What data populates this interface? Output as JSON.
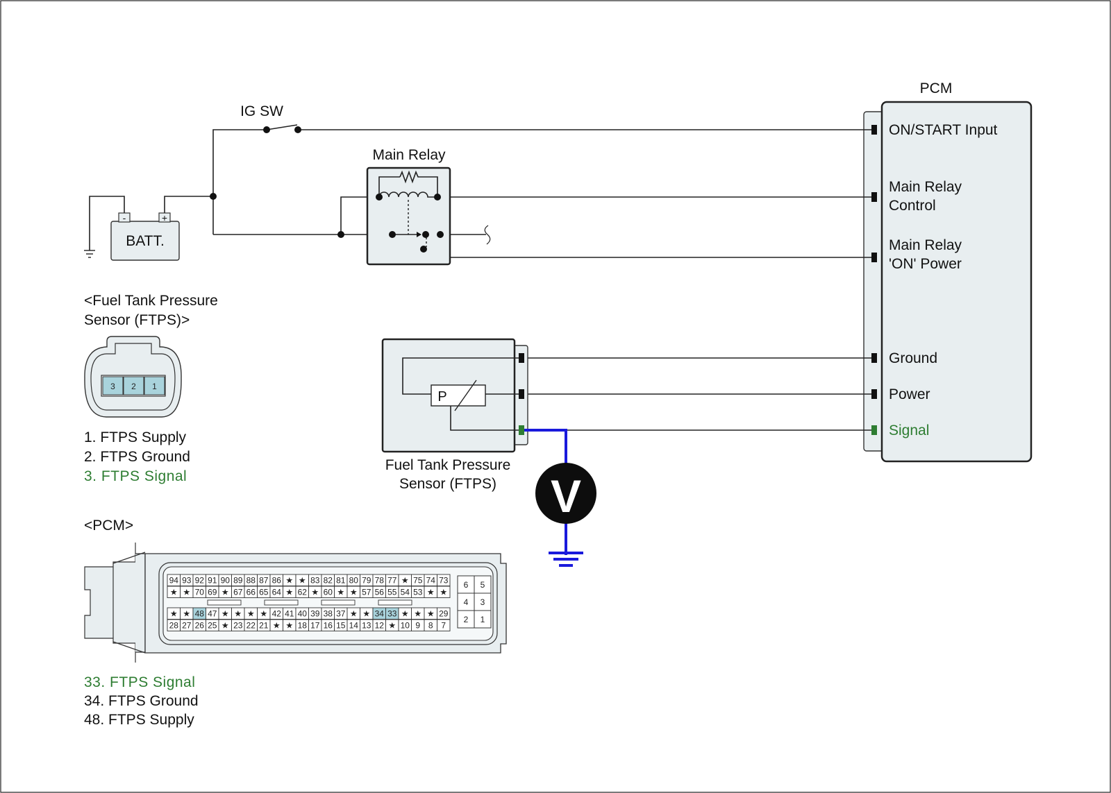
{
  "pcm_title": "PCM",
  "ig_switch": "IG SW",
  "main_relay": "Main Relay",
  "battery": "BATT.",
  "battery_minus": "-",
  "battery_plus": "+",
  "pcm_pins": [
    {
      "lines": [
        "ON/START Input"
      ],
      "color": "#111111"
    },
    {
      "lines": [
        "Main Relay",
        "Control"
      ],
      "color": "#111111"
    },
    {
      "lines": [
        "Main Relay",
        "'ON' Power"
      ],
      "color": "#111111"
    },
    {
      "lines": [
        "Ground"
      ],
      "color": "#111111"
    },
    {
      "lines": [
        "Power"
      ],
      "color": "#111111"
    },
    {
      "lines": [
        "Signal"
      ],
      "color": "#2e7d32"
    }
  ],
  "ftps_sensor": {
    "label_lines": [
      "Fuel Tank Pressure",
      "Sensor (FTPS)"
    ],
    "element": "P"
  },
  "voltmeter": "V",
  "ftps_connector": {
    "title_lines": [
      "<Fuel Tank Pressure",
      "Sensor (FTPS)>"
    ],
    "pins": [
      "3",
      "2",
      "1"
    ],
    "highlight_color": "#a9d3dc",
    "legend": [
      {
        "text": "1. FTPS Supply",
        "color": "#111111"
      },
      {
        "text": "2. FTPS Ground",
        "color": "#111111"
      },
      {
        "text": "3. FTPS Signal",
        "color": "#2e7d32"
      }
    ]
  },
  "pcm_connector": {
    "title": "<PCM>",
    "rows": [
      [
        "94",
        "93",
        "92",
        "91",
        "90",
        "89",
        "88",
        "87",
        "86",
        "★",
        "★",
        "83",
        "82",
        "81",
        "80",
        "79",
        "78",
        "77",
        "★",
        "75",
        "74",
        "73"
      ],
      [
        "★",
        "★",
        "70",
        "69",
        "★",
        "67",
        "66",
        "65",
        "64",
        "★",
        "62",
        "★",
        "60",
        "★",
        "★",
        "57",
        "56",
        "55",
        "54",
        "53",
        "★",
        "★"
      ],
      [
        "★",
        "★",
        "48",
        "47",
        "★",
        "★",
        "★",
        "★",
        "42",
        "41",
        "40",
        "39",
        "38",
        "37",
        "★",
        "★",
        "34",
        "33",
        "★",
        "★",
        "★",
        "29"
      ],
      [
        "28",
        "27",
        "26",
        "25",
        "★",
        "23",
        "22",
        "21",
        "★",
        "★",
        "18",
        "17",
        "16",
        "15",
        "14",
        "13",
        "12",
        "★",
        "10",
        "9",
        "8",
        "7"
      ]
    ],
    "highlighted": [
      "48",
      "34",
      "33"
    ],
    "small_block": [
      [
        "6",
        "5"
      ],
      [
        "4",
        "3"
      ],
      [
        "2",
        "1"
      ]
    ],
    "legend": [
      {
        "text": "33. FTPS Signal",
        "color": "#2e7d32"
      },
      {
        "text": "34. FTPS Ground",
        "color": "#111111"
      },
      {
        "text": "48. FTPS Supply",
        "color": "#111111"
      }
    ]
  },
  "colors": {
    "meter_wire": "#1a1adc",
    "signal_terminal": "#2e7d32",
    "box_fill": "#e8eef0"
  }
}
